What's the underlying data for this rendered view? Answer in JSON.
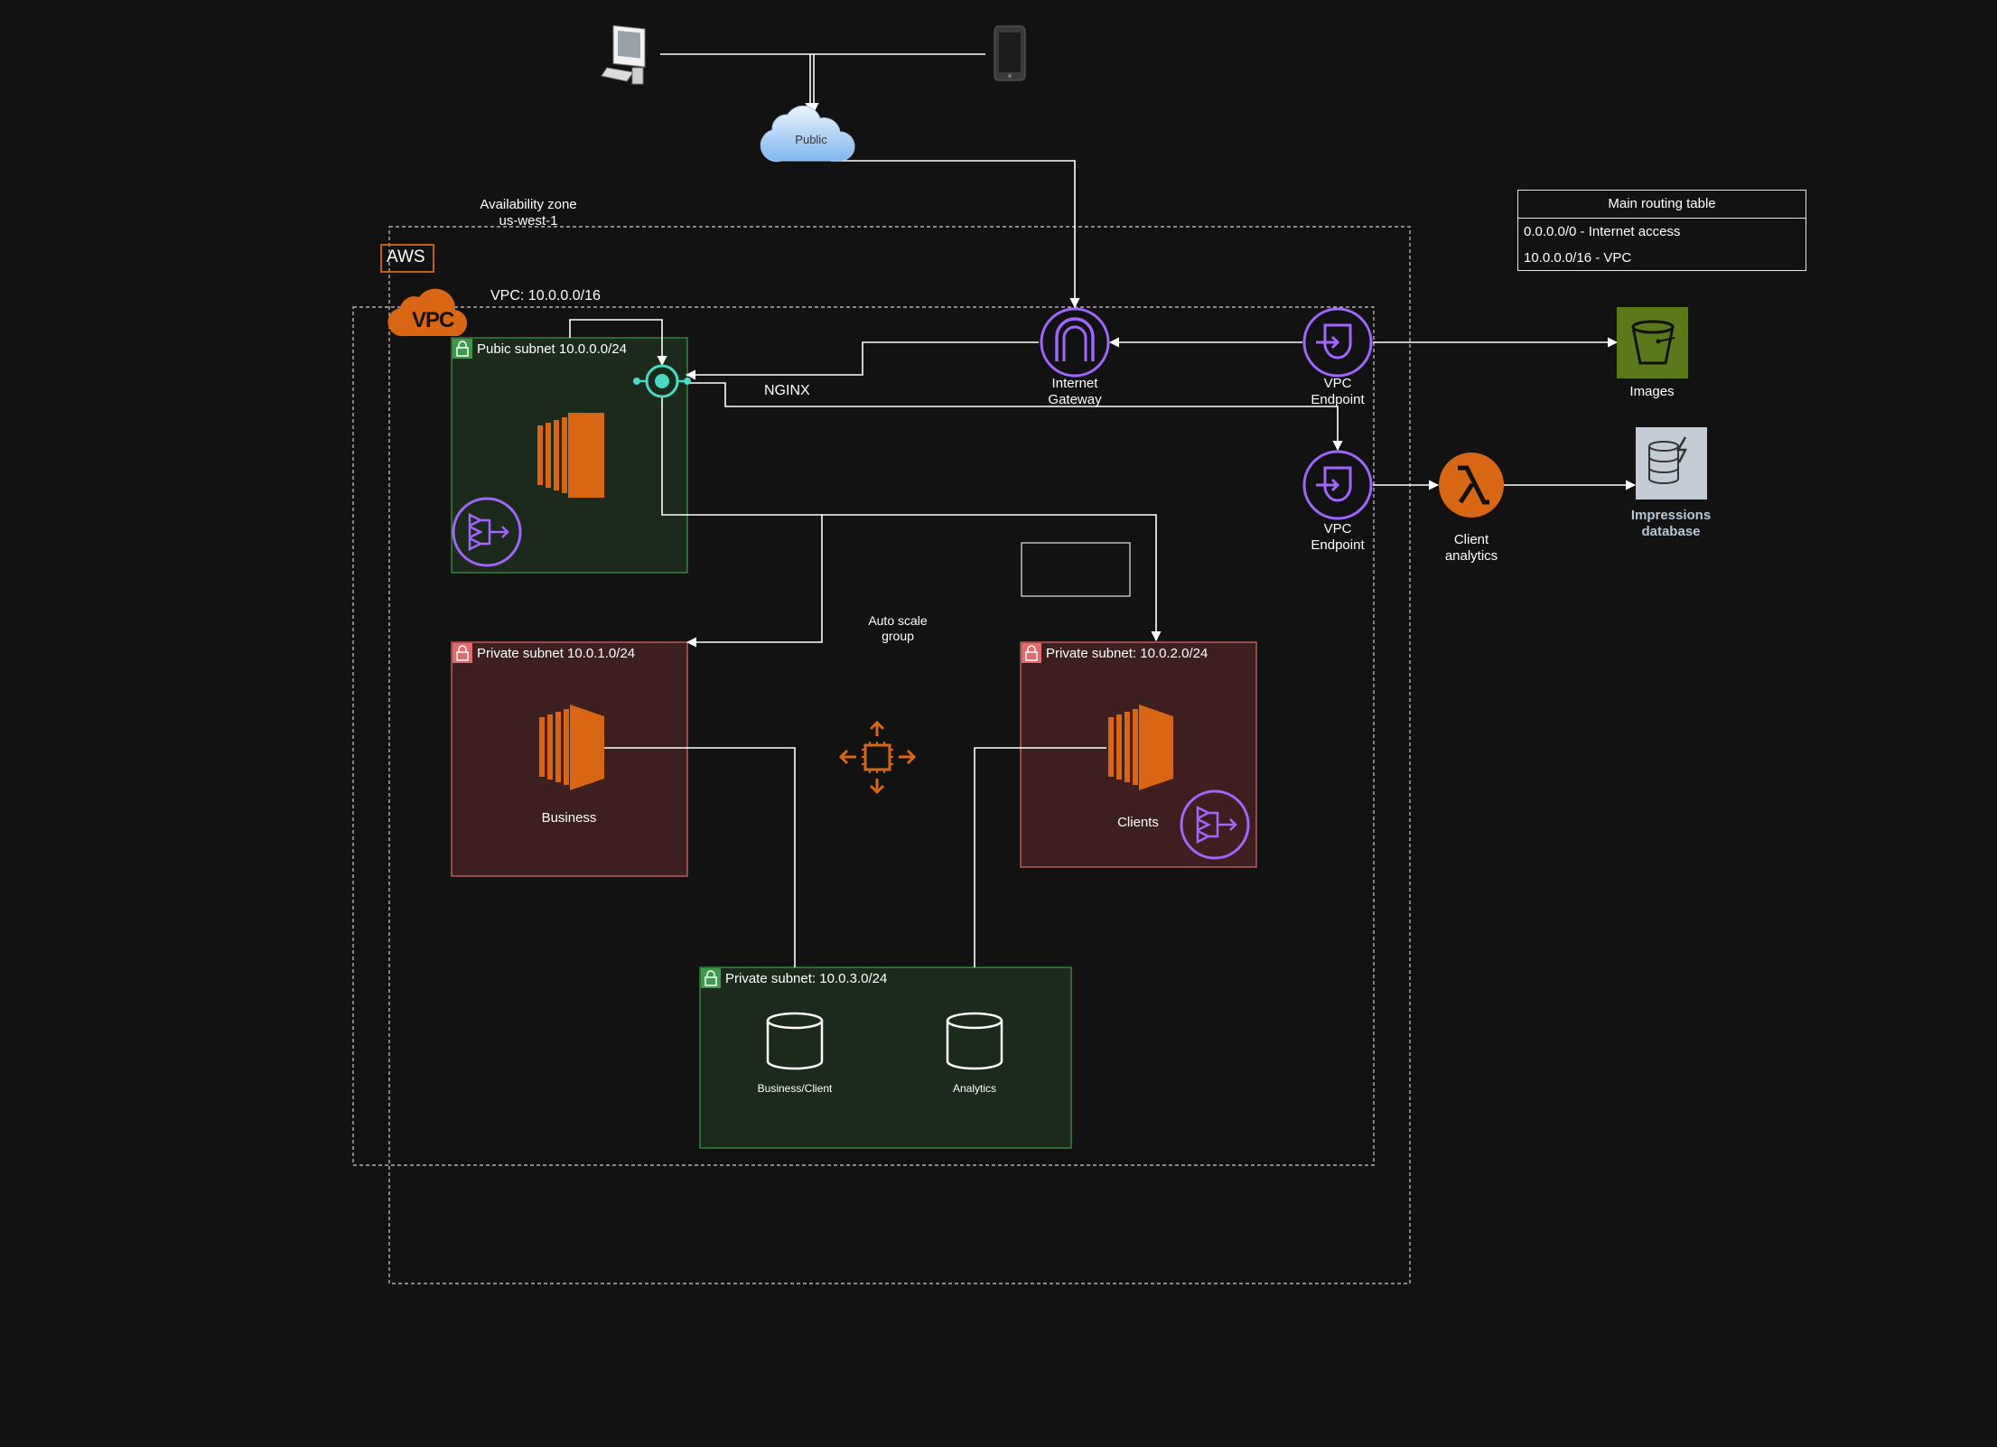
{
  "diagram": {
    "nodes": {
      "public": "Public",
      "az": [
        "Availability zone",
        "us-west-1"
      ],
      "aws": "AWS",
      "vpc_badge": "VPC",
      "vpc": "VPC: 10.0.0.0/16",
      "public_subnet": "Pubic subnet 10.0.0.0/24",
      "nginx": "NGINX",
      "igw": [
        "Internet",
        "Gateway"
      ],
      "vpce1": [
        "VPC",
        "Endpoint"
      ],
      "vpce2": [
        "VPC",
        "Endpoint"
      ],
      "images": "Images",
      "lambda": [
        "Client",
        "analytics"
      ],
      "impressions": [
        "Impressions",
        "database"
      ],
      "autoscale": [
        "Auto scale",
        "group"
      ],
      "private1": "Private subnet 10.0.1.0/24",
      "business": "Business",
      "private2": "Private subnet: 10.0.2.0/24",
      "clients": "Clients",
      "private3": "Private subnet: 10.0.3.0/24",
      "db1": "Business/Client",
      "db2": "Analytics"
    },
    "routing_table": {
      "title": "Main routing table",
      "rows": [
        "0.0.0.0/0 - Internet access",
        "10.0.0.0/16 - VPC"
      ]
    },
    "edges": [
      {
        "from": "desktop",
        "to": "public"
      },
      {
        "from": "mobile",
        "to": "public"
      },
      {
        "from": "public",
        "to": "igw"
      },
      {
        "from": "vpce1",
        "to": "igw"
      },
      {
        "from": "igw",
        "to": "nginx"
      },
      {
        "from": "vpce1",
        "to": "images"
      },
      {
        "from": "nginx",
        "to": "vpce2"
      },
      {
        "from": "vpce2",
        "to": "lambda"
      },
      {
        "from": "lambda",
        "to": "impressions"
      },
      {
        "from": "nginx",
        "to": "private1"
      },
      {
        "from": "nginx",
        "to": "private2"
      },
      {
        "from": "business",
        "to": "private3"
      },
      {
        "from": "clients",
        "to": "private3"
      }
    ],
    "colors": {
      "background": "#121212",
      "aws_orange": "#d86613",
      "purple": "#a166ff",
      "teal": "#4ad9c4",
      "s3_green": "#5a7a1a",
      "public_subnet_fill": "#1b2a1b",
      "public_subnet_border": "#3e9a4a",
      "private_subnet_fill": "#3d1f1f",
      "private_subnet_border": "#e06b6b"
    }
  }
}
